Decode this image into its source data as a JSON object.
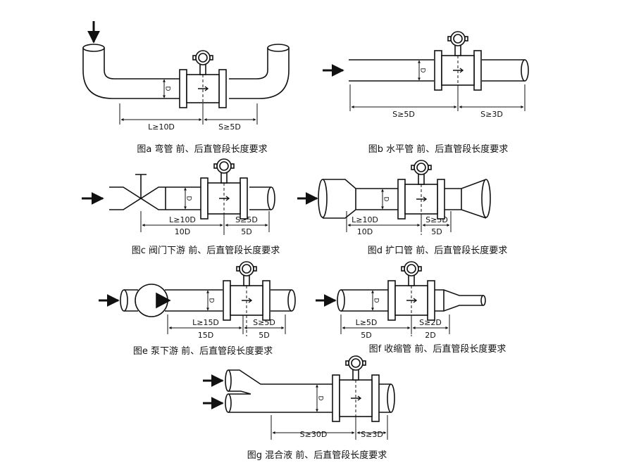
{
  "colors": {
    "line": "#111111",
    "background": "#ffffff"
  },
  "diagrams": {
    "a": {
      "caption": "图a 弯管  前、后直管段长度要求",
      "upstream": "L≥10D",
      "downstream": "S≥5D",
      "d": "D"
    },
    "b": {
      "caption": "图b 水平管 前、后直管段长度要求",
      "upstream": "S≥5D",
      "downstream": "S≥3D",
      "d": "D"
    },
    "c": {
      "caption": "图c 阀门下游  前、后直管段长度要求",
      "upstream": "L≥10D",
      "upstream_min": "10D",
      "downstream": "S≥5D",
      "downstream_min": "5D",
      "d": "D"
    },
    "d": {
      "caption": "图d 扩口管  前、后直管段长度要求",
      "upstream": "L≥10D",
      "upstream_min": "10D",
      "downstream": "S≥5D",
      "downstream_min": "5D",
      "d": "D"
    },
    "e": {
      "caption": "图e 泵下游  前、后直管段长度要求",
      "upstream": "L≥15D",
      "upstream_min": "15D",
      "downstream": "S≥5D",
      "downstream_min": "5D",
      "d": "D"
    },
    "f": {
      "caption": "图f 收缩管  前、后直管段长度要求",
      "upstream": "L≥5D",
      "upstream_min": "5D",
      "downstream": "S≥2D",
      "downstream_min": "2D",
      "d": "D"
    },
    "g": {
      "caption": "图g 混合液  前、后直管段长度要求",
      "upstream": "S≥30D",
      "downstream": "S≥3D",
      "d": "D"
    }
  }
}
